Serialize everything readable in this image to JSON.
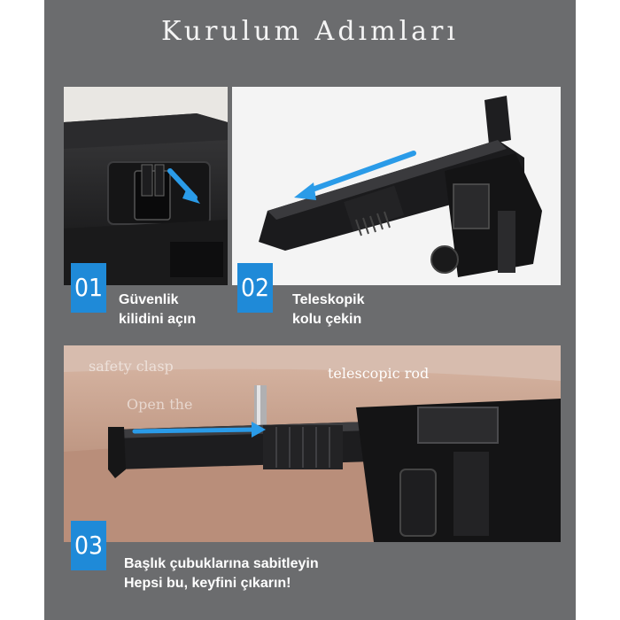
{
  "title": "Kurulum Adımları",
  "steps": [
    {
      "number": "01",
      "line1": "Güvenlik",
      "line2": "kilidini açın"
    },
    {
      "number": "02",
      "line1": "Teleskopik",
      "line2": "kolu çekin"
    },
    {
      "number": "03",
      "line1": "Başlık çubuklarına sabitleyin",
      "line2": "Hepsi bu, keyfini çıkarın!"
    }
  ],
  "overlay": {
    "safety_clasp": "safety clasp",
    "open_the": "Open the",
    "telescopic_rod": "telescopic rod"
  },
  "colors": {
    "background": "#6b6c6e",
    "badge": "#1f8ad8",
    "arrow": "#2a9be8"
  }
}
